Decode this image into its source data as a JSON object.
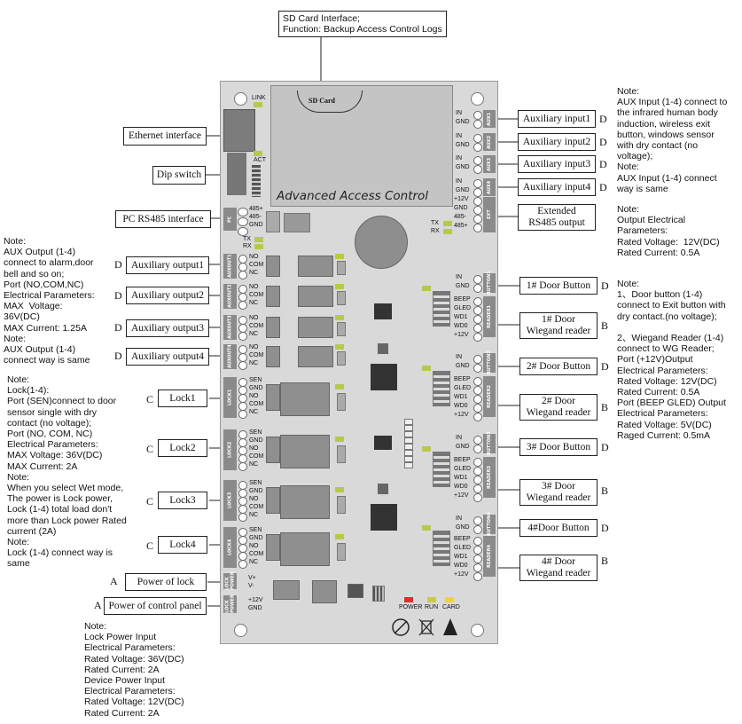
{
  "board": {
    "title": "Advanced Access Control",
    "sd_slot_text": "SD Card",
    "ethernet_pins": {
      "link": "LINK",
      "act": "ACT"
    },
    "rs485_pins": [
      "485+",
      "485-",
      "GND"
    ],
    "txrx": [
      "TX",
      "RX"
    ],
    "aux_input_pins": [
      "IN",
      "GND"
    ],
    "ext_pins": [
      "+12V",
      "GND",
      "485-",
      "485+"
    ],
    "ext_txrx": [
      "TX",
      "RX"
    ],
    "aux_output_pins": [
      "NO",
      "COM",
      "NC"
    ],
    "lock_pins": [
      "SEN",
      "GND",
      "NO",
      "COM",
      "NC"
    ],
    "lock_power_pins": [
      "V+",
      "V-"
    ],
    "panel_power_pins": [
      "+12V",
      "GND"
    ],
    "button_pins": [
      "IN",
      "GND"
    ],
    "reader_pins": [
      "BEEP",
      "GLED",
      "WD1",
      "WD0",
      "+12V"
    ],
    "status_leds": [
      "POWER",
      "RUN",
      "CARD"
    ],
    "connector_tags": {
      "pc": "PC",
      "aux_in": [
        "AUX1",
        "AUX2",
        "AUX3",
        "AUX4"
      ],
      "ext": "EXT",
      "aux_out": [
        "AUXOUT1",
        "AUXOUT2",
        "AUXOUT3",
        "AUXOUT4"
      ],
      "lock": [
        "LOCK1",
        "LOCK2",
        "LOCK3",
        "LOCK4"
      ],
      "lock_power": "LOCK POWER",
      "button": [
        "BUTTON1",
        "BUTTON2",
        "BUTTON3",
        "BUTTON4"
      ],
      "reader": [
        "READER1",
        "READER2",
        "READER3",
        "READER4"
      ]
    }
  },
  "top_note": "SD Card Interface;\nFunction: Backup Access Control Logs",
  "left_labels": {
    "ethernet": "Ethernet interface",
    "dip": "Dip switch",
    "rs485": "PC RS485 interface",
    "aux_out": [
      "Auxiliary output1",
      "Auxiliary output2",
      "Auxiliary output3",
      "Auxiliary output4"
    ],
    "lock": [
      "Lock1",
      "Lock2",
      "Lock3",
      "Lock4"
    ],
    "power_lock": "Power of lock",
    "power_panel": "Power of control panel"
  },
  "left_letters": {
    "aux_out": "D",
    "lock": "C",
    "power": "A"
  },
  "right_labels": {
    "aux_in": [
      "Auxiliary input1",
      "Auxiliary input2",
      "Auxiliary input3",
      "Auxiliary input4"
    ],
    "ext": "Extended\nRS485 output",
    "button": [
      "1# Door Button",
      "2# Door Button",
      "3# Door Button",
      "4#Door Button"
    ],
    "reader": [
      "1# Door\nWiegand reader",
      "2# Door\nWiegand reader",
      "3# Door\nWiegand reader",
      "4# Door\nWiegand reader"
    ]
  },
  "right_letters": {
    "aux_in": "D",
    "button": "D",
    "reader": "B"
  },
  "notes": {
    "aux_out": "Note:\nAUX Output (1-4)\nconnect to alarm,door\nbell and so on;\nPort (NO,COM,NC)\nElectrical Parameters:\nMAX  Voltage:\n36V(DC)\nMAX Current: 1.25A\nNote:\nAUX Output (1-4)\nconnect way is same",
    "lock": "Note:\nLock(1-4):\nPort (SEN)connect to door\nsensor single with dry\ncontact (no voltage);\nPort (NO, COM, NC)\nElectrical Parameters:\nMAX Voltage: 36V(DC)\nMAX Current: 2A\nNote:\nWhen you select Wet mode,\nThe power is Lock power,\nLock (1-4) total load don't\nmore than Lock power Rated\ncurrent (2A)\nNote:\nLock (1-4) connect way is\nsame",
    "power": "Note:\nLock Power Input\nElectrical Parameters:\nRated Voltage: 36V(DC)\nRated Current: 2A\nDevice Power Input\nElectrical Parameters:\nRated Voltage: 12V(DC)\nRated Current: 2A",
    "aux_in": "Note:\nAUX Input (1-4) connect to\nthe infrared human body\ninduction, wireless exit\nbutton, windows sensor\nwith dry contact (no\nvoltage);\nNote:\nAUX Input (1-4) connect\nway is same",
    "ext": "Note:\nOutput Electrical\nParameters:\nRated Voltage:  12V(DC)\nRated Current: 0.5A",
    "button_reader": "Note:\n1、Door button (1-4)\nconnect to Exit button with\ndry contact.(no voltage);\n\n2、Wiegand Reader (1-4)\nconnect to WG Reader;\nPort (+12V)Output\nElectrical Parameters:\nRated Voltage: 12V(DC)\nRated Current: 0.5A\nPort (BEEP GLED) Output\nElectrical Parameters:\nRated Voltage: 5V(DC)\nRaged Current: 0.5mA"
  },
  "colors": {
    "board": "#d9d9d9",
    "led_power": "#d9302c",
    "led_run": "#c9c94a",
    "led_card": "#f0d040",
    "led_green": "#b8c94a"
  }
}
